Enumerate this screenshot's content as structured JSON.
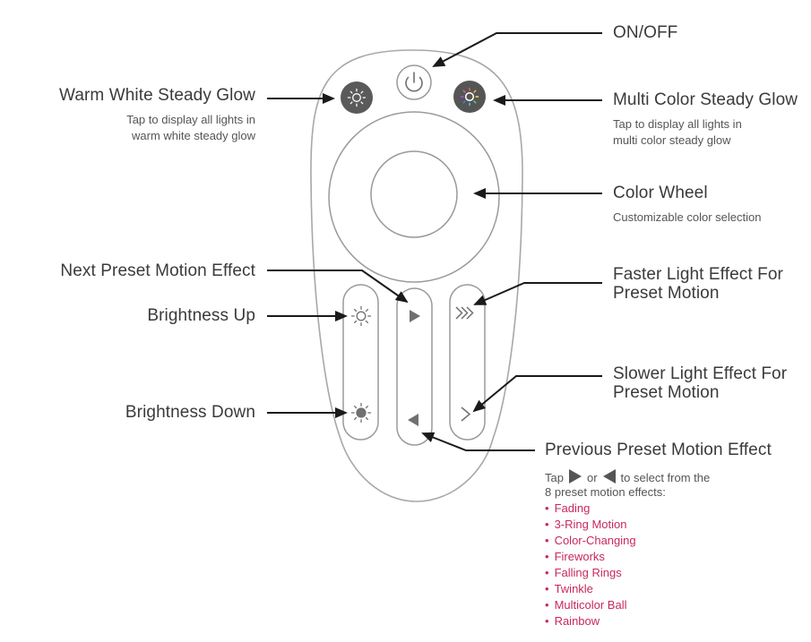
{
  "labels": {
    "on_off": "ON/OFF",
    "warm_white": {
      "title": "Warm White Steady Glow",
      "desc": [
        "Tap to display all lights in",
        "warm white steady glow"
      ]
    },
    "multi_color": {
      "title": "Multi Color Steady Glow",
      "desc": [
        "Tap to display all lights in",
        "multi color steady glow"
      ]
    },
    "color_wheel": {
      "title": "Color Wheel",
      "desc": "Customizable color selection"
    },
    "next_preset": "Next Preset Motion Effect",
    "brightness_up": "Brightness Up",
    "brightness_down": "Brightness Down",
    "faster": [
      "Faster Light Effect For",
      "Preset Motion"
    ],
    "slower": [
      "Slower Light Effect For",
      "Preset Motion"
    ],
    "previous_preset": "Previous Preset Motion Effect"
  },
  "preset_info": {
    "tap": "Tap",
    "or": "or",
    "to_select": "to select from the",
    "intro_line2": "8 preset motion effects:",
    "effects": [
      "Fading",
      "3-Ring Motion",
      "Color-Changing",
      "Fireworks",
      "Falling Rings",
      "Twinkle",
      "Multicolor Ball",
      "Rainbow"
    ]
  },
  "icons": {
    "power": "power-icon",
    "warm_white": "sun-outline-icon",
    "multi_color": "color-sun-icon",
    "next": "play-right-icon",
    "previous": "play-left-icon",
    "faster": "triple-chevron-right-icon",
    "slower": "chevron-right-icon",
    "brightness_up": "sun-outline-icon",
    "brightness_down": "sun-filled-icon"
  },
  "colors": {
    "accent_list": "#c8285a",
    "outline": "#aaaaaa",
    "button_dark": "#555555",
    "text": "#3a3a3a"
  }
}
